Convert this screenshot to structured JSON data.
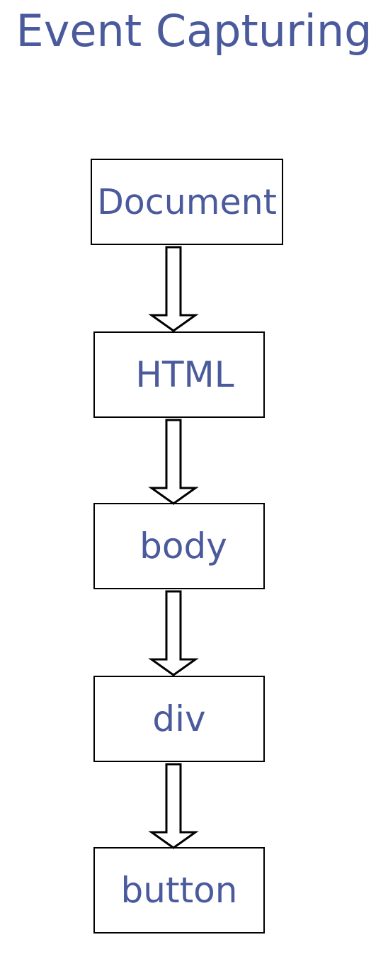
{
  "title": "Event Capturing",
  "colors": {
    "text": "#4a5a9c",
    "border": "#000000",
    "background": "#ffffff"
  },
  "nodes": [
    {
      "label": "Document"
    },
    {
      "label": "HTML"
    },
    {
      "label": "body"
    },
    {
      "label": "div"
    },
    {
      "label": "button"
    }
  ],
  "arrows": [
    {
      "from": "Document",
      "to": "HTML",
      "icon": "down-arrow-icon"
    },
    {
      "from": "HTML",
      "to": "body",
      "icon": "down-arrow-icon"
    },
    {
      "from": "body",
      "to": "div",
      "icon": "down-arrow-icon"
    },
    {
      "from": "div",
      "to": "button",
      "icon": "down-arrow-icon"
    }
  ]
}
